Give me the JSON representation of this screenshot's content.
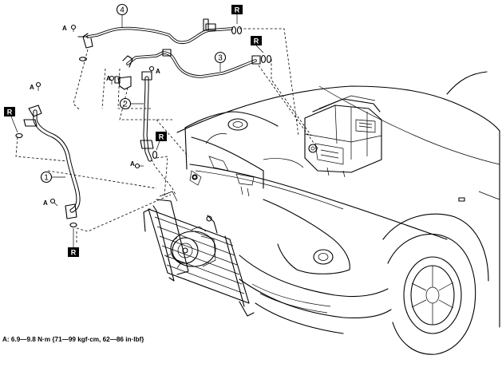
{
  "callouts": {
    "c1": "1",
    "c2": "2",
    "c3": "3",
    "c4": "4"
  },
  "markers": {
    "replace": "R",
    "torque": "A"
  },
  "spec_text": "A: 6.9—9.8 N·m {71—99 kgf·cm, 62—86 in·lbf}"
}
